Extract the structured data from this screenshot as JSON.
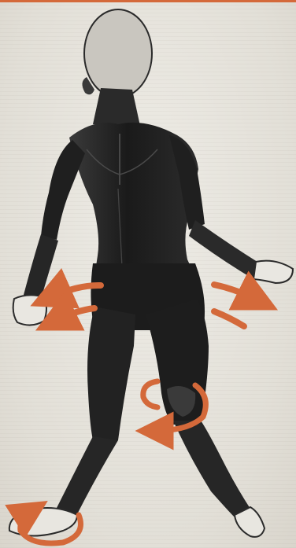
{
  "image": {
    "subject": "anatomical-muscle-figure",
    "accent_color": "#d4693a",
    "figure_color": "#1e1e1e",
    "head_color": "#c9c6bf",
    "background_color": "#e6e3dc"
  },
  "annotations": {
    "arrows": [
      {
        "name": "hip-rotation-arrows",
        "icon": "rotate-arrows-icon"
      },
      {
        "name": "knee-rotation-arrows",
        "icon": "rotate-arrows-icon"
      },
      {
        "name": "foot-rotation-arrow",
        "icon": "rotate-arrow-icon"
      }
    ]
  }
}
